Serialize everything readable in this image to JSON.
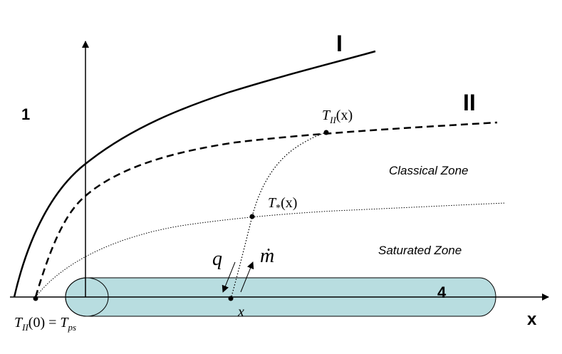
{
  "labels": {
    "curve_I": "I",
    "curve_II": "II",
    "region_1": "1",
    "pipe_4": "4",
    "x_axis": "x",
    "classical_zone": "Classical Zone",
    "saturated_zone": "Saturated Zone",
    "flux_q": "q",
    "flux_mdot": "ṁ",
    "point_x": "x"
  },
  "math": {
    "T_II_x": {
      "T": "T",
      "sub": "II",
      "arg": "(x)"
    },
    "T_star_x": {
      "T": "T",
      "sub": "*",
      "arg": "(x)"
    },
    "T_II_0": {
      "T": "T",
      "sub": "II",
      "arg": "(0) = ",
      "T2": "T",
      "sub2": "ps"
    }
  },
  "colors": {
    "pipe_fill": "#b8dde0",
    "line": "#000000"
  }
}
